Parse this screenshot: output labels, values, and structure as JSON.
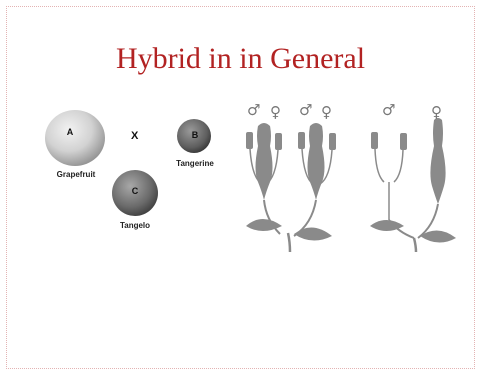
{
  "slide": {
    "title": "Hybrid in in General"
  },
  "citrus_diagram": {
    "cross_symbol": "X",
    "fruits": [
      {
        "letter": "A",
        "name": "Grapefruit"
      },
      {
        "letter": "B",
        "name": "Tangerine"
      },
      {
        "letter": "C",
        "name": "Tangelo"
      }
    ]
  },
  "flower_diagram": {
    "male_symbol": "♂",
    "female_symbol": "♀",
    "icons": [
      "male-symbol-icon",
      "female-symbol-icon",
      "flower-plant-icon",
      "leaf-icon"
    ]
  },
  "colors": {
    "title": "#b22222",
    "border": "#e3b3b3",
    "plant_gray": "#8a8a8a"
  }
}
